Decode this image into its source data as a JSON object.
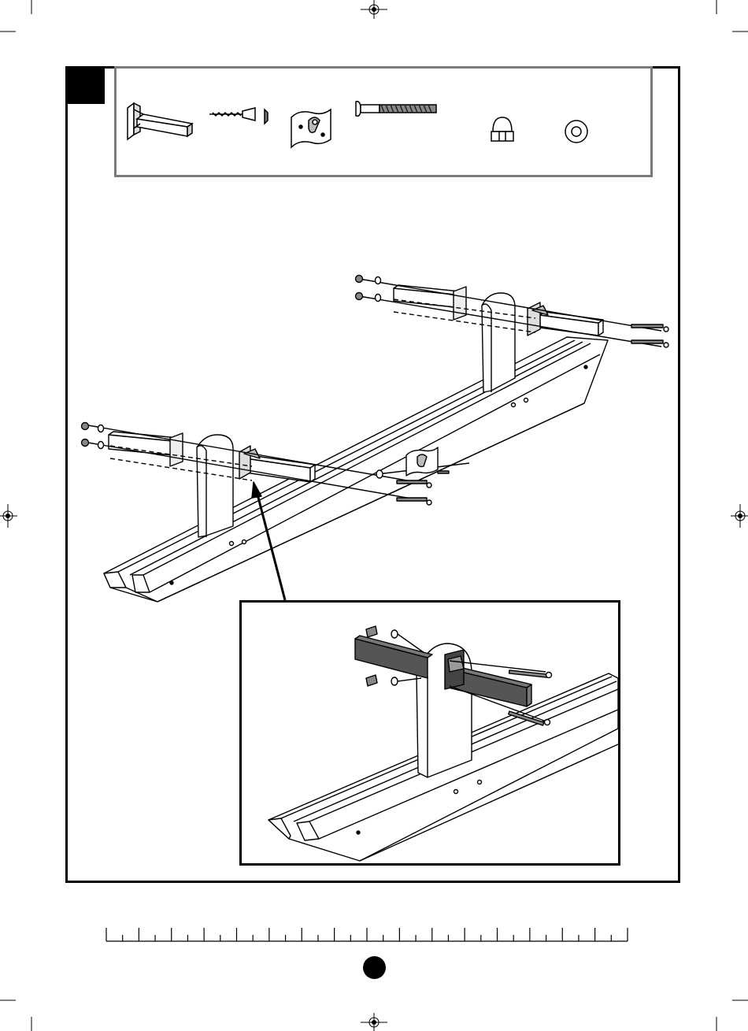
{
  "parts": [
    {
      "name": "leg-bracket",
      "icon": "bracket-tube-icon"
    },
    {
      "name": "wood-screw",
      "icon": "screw-icon"
    },
    {
      "name": "hook-plate",
      "icon": "hook-plate-icon"
    },
    {
      "name": "carriage-bolt",
      "icon": "bolt-icon"
    },
    {
      "name": "cap-nut",
      "icon": "cap-nut-icon"
    },
    {
      "name": "washer",
      "icon": "washer-icon"
    }
  ],
  "step_number": "",
  "page_number": "",
  "colors": {
    "ink": "#000000",
    "parts_border": "#7a7a7a",
    "highlight_tube": "#555555"
  }
}
